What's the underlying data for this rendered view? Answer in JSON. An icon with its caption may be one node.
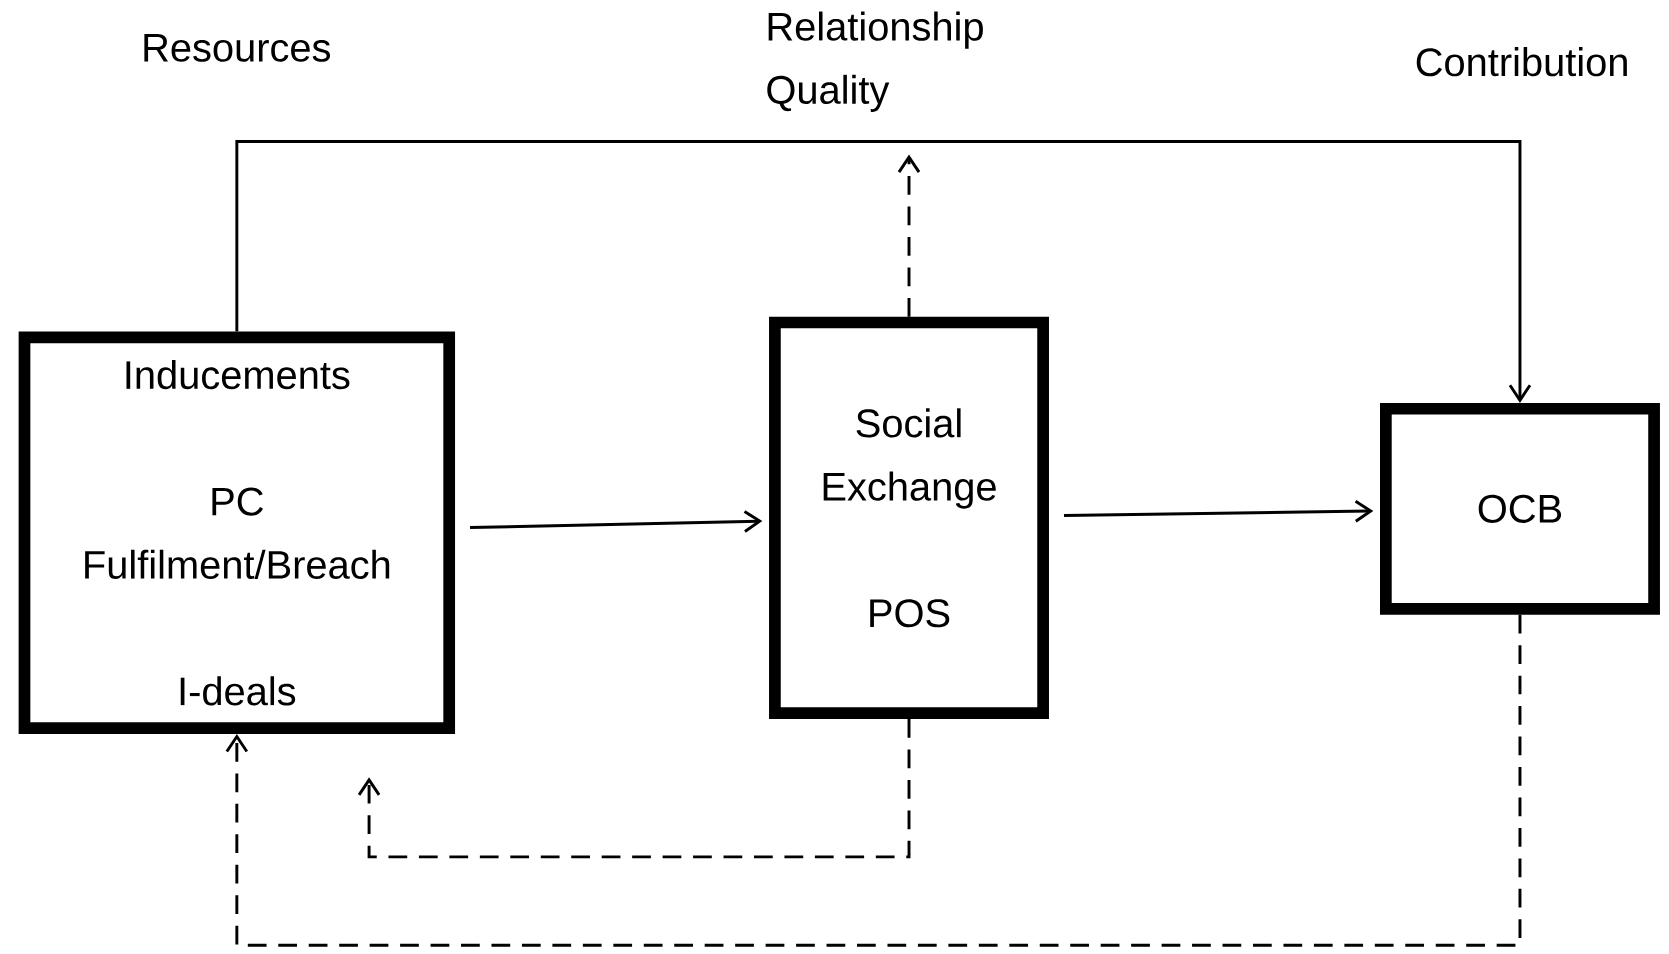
{
  "diagram": {
    "nodes": [
      {
        "text": [
          "Inducements",
          "PC Fulfilment/Breach",
          "I-deals"
        ]
      },
      {
        "text": [
          "Social Exchange",
          "POS"
        ]
      },
      {
        "text": [
          "OCB"
        ]
      },
      {
        "text": [
          "Relationship Quality"
        ]
      }
    ],
    "edges": [
      {
        "from": 0,
        "to": 1,
        "arrow": "to"
      },
      {
        "from": 1,
        "to": 2,
        "arrow": "to"
      },
      {
        "from": 0,
        "to": 2,
        "arrow": "to"
      },
      {
        "from": 1,
        "to": 3,
        "arrow": "to",
        "style": "dashed"
      },
      {
        "from": 1,
        "to": 0,
        "arrow": "to",
        "style": "dashed"
      },
      {
        "from": 2,
        "to": 0,
        "arrow": "to",
        "style": "dashed"
      }
    ],
    "labels": [
      "Resources",
      "Contribution"
    ]
  }
}
